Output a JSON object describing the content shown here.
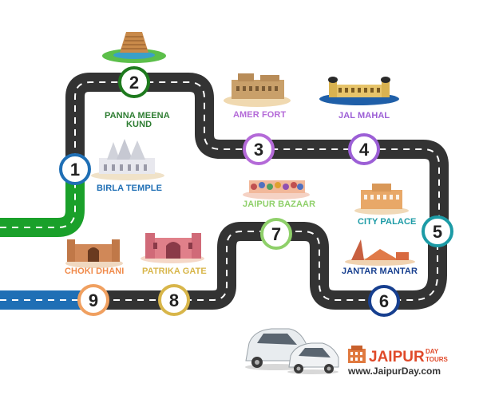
{
  "stops": [
    {
      "number": "1",
      "name": "BIRLA TEMPLE",
      "ring_color": "#1f6fb5",
      "label_color": "#1f6fb5"
    },
    {
      "number": "2",
      "name_lines": [
        "PANNA MEENA",
        "KUND"
      ],
      "ring_color": "#1e7a1e",
      "label_color": "#2e7d32"
    },
    {
      "number": "3",
      "name": "AMER FORT",
      "ring_color": "#b46ad8",
      "label_color": "#b46ad8"
    },
    {
      "number": "4",
      "name": "JAL MAHAL",
      "ring_color": "#9c5fd6",
      "label_color": "#9c5fd6"
    },
    {
      "number": "5",
      "name": "CITY PALACE",
      "ring_color": "#1c9ba6",
      "label_color": "#1c9ba6"
    },
    {
      "number": "6",
      "name": "JANTAR MANTAR",
      "ring_color": "#173f8f",
      "label_color": "#173f8f"
    },
    {
      "number": "7",
      "name": "JAIPUR BAZAAR",
      "ring_color": "#8fd06a",
      "label_color": "#8fd06a"
    },
    {
      "number": "8",
      "name": "PATRIKA GATE",
      "ring_color": "#d8b64a",
      "label_color": "#d8b64a"
    },
    {
      "number": "9",
      "name": "CHOKI DHANI",
      "ring_color": "#f0a060",
      "label_color": "#f08a4a"
    }
  ],
  "route": {
    "road_color": "#333333",
    "dash_color": "#ffffff",
    "start_color": "#1aa02a",
    "end_color": "#1f6fb5"
  },
  "brand": {
    "name": "JAIPUR",
    "tag_top": "DAY",
    "tag_bottom": "TOURS",
    "url": "www.JaipurDay.com",
    "name_color": "#e04a2a",
    "url_color": "#333333"
  }
}
